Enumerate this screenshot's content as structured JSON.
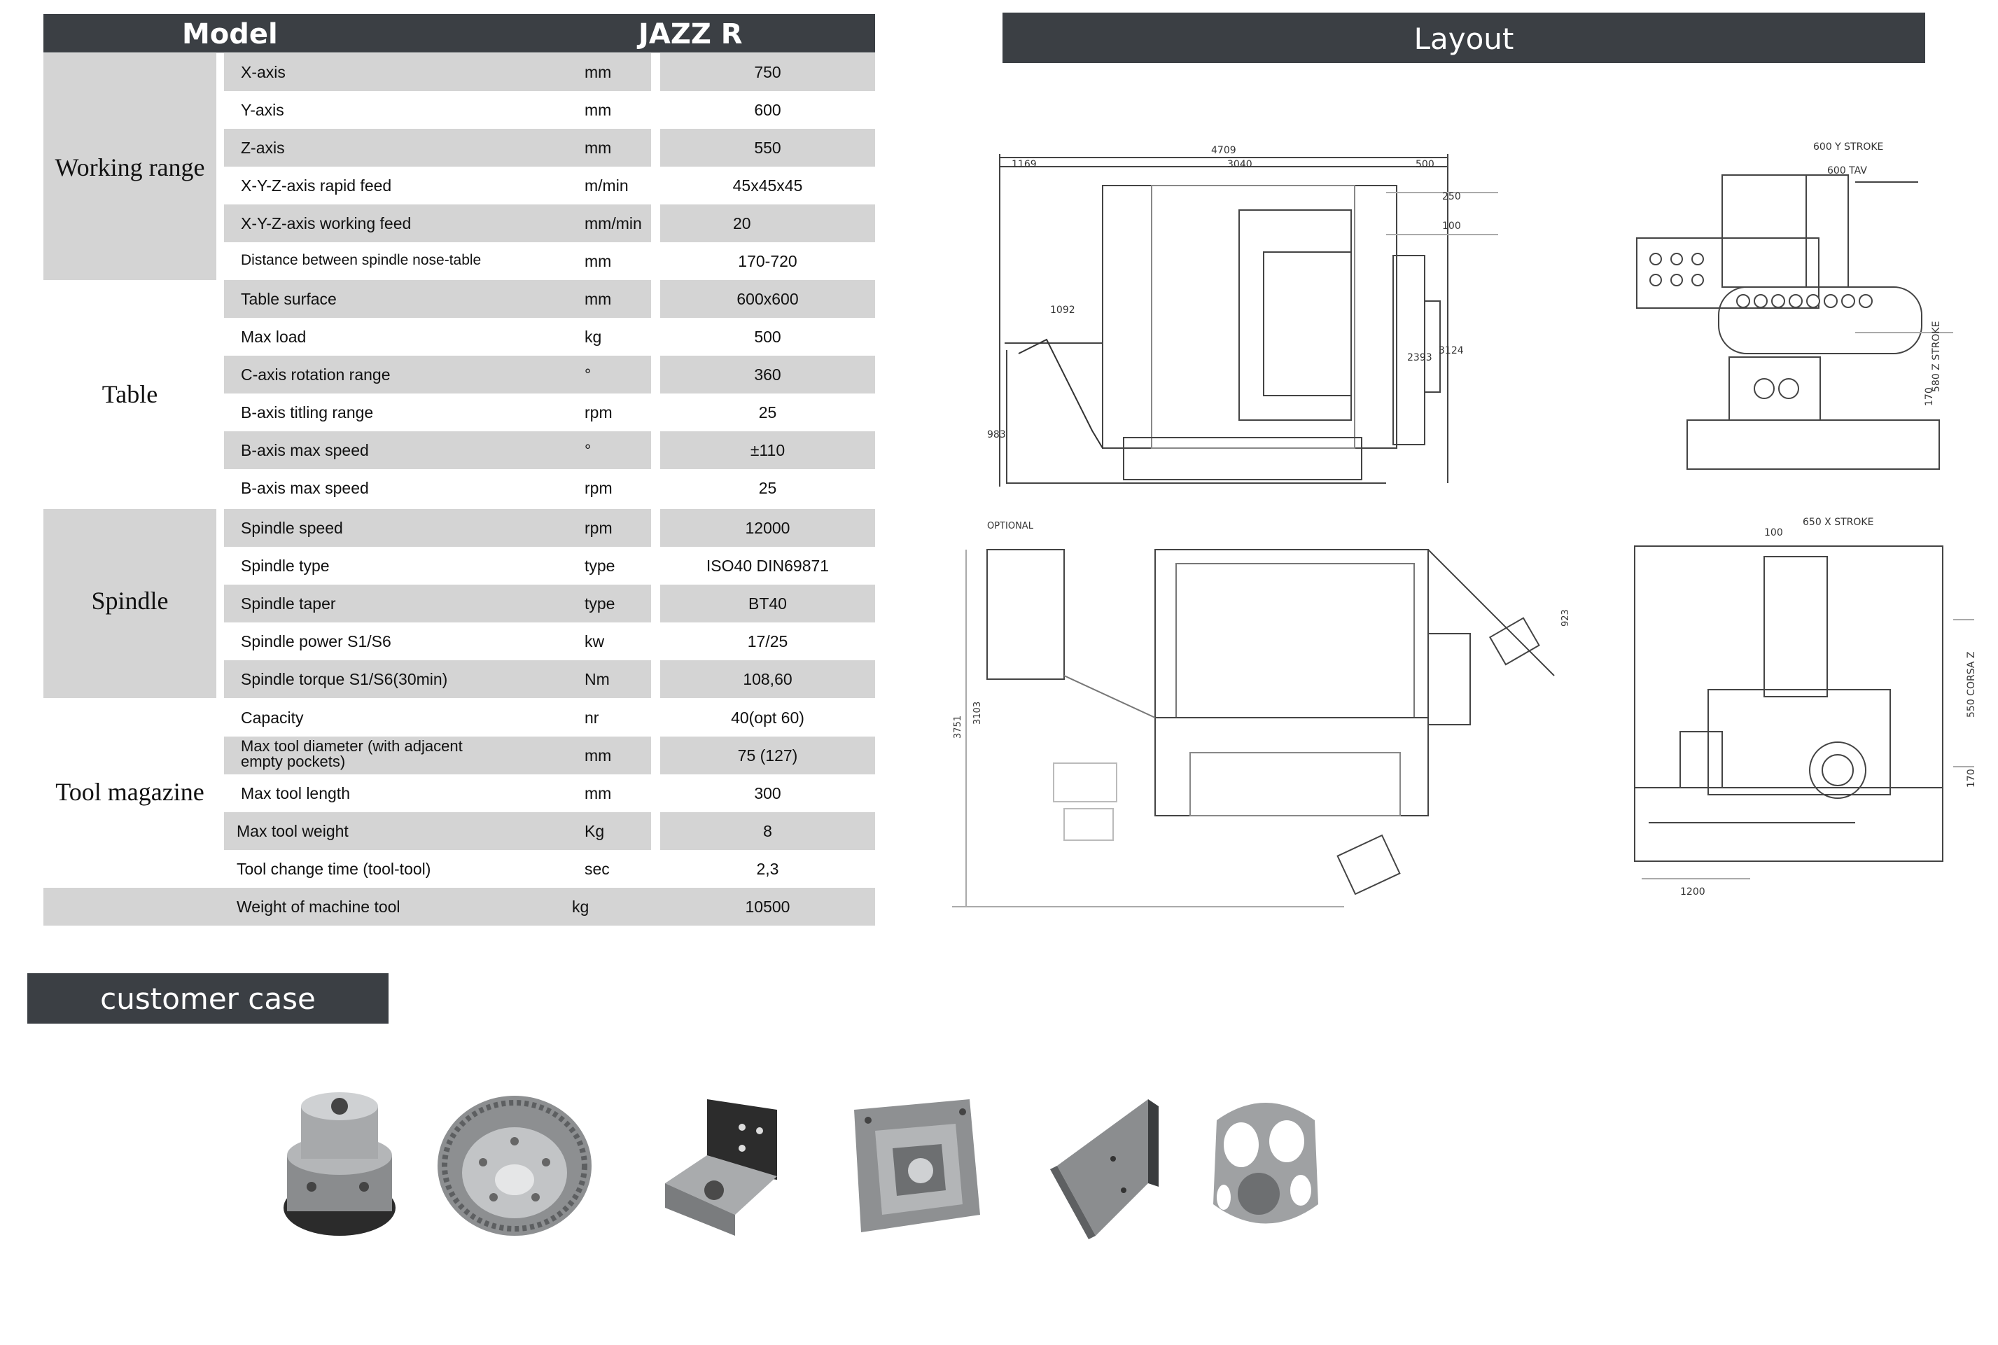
{
  "header": {
    "model_label": "Model",
    "model_value": "JAZZ R"
  },
  "layout_title": "Layout",
  "customer_case_title": "customer case",
  "groups": {
    "working_range": "Working range",
    "table": "Table",
    "spindle": "Spindle",
    "tool_magazine": "Tool magazine"
  },
  "rows": [
    {
      "name": "X-axis",
      "unit": "mm",
      "value": "750"
    },
    {
      "name": "Y-axis",
      "unit": "mm",
      "value": "600"
    },
    {
      "name": "Z-axis",
      "unit": "mm",
      "value": "550"
    },
    {
      "name": "X-Y-Z-axis rapid feed",
      "unit": "m/min",
      "value": "45x45x45"
    },
    {
      "name": "X-Y-Z-axis working feed",
      "unit": "mm/min",
      "value": "20"
    },
    {
      "name": "Distance between spindle nose-table",
      "unit": "mm",
      "value": "170-720"
    },
    {
      "name": "Table surface",
      "unit": "mm",
      "value": "600x600"
    },
    {
      "name": "Max load",
      "unit": "kg",
      "value": "500"
    },
    {
      "name": "C-axis rotation range",
      "unit": "°",
      "value": "360"
    },
    {
      "name": "B-axis titling range",
      "unit": "rpm",
      "value": "25"
    },
    {
      "name": "B-axis max speed",
      "unit": "°",
      "value": "±110"
    },
    {
      "name": "B-axis max speed",
      "unit": "rpm",
      "value": "25"
    },
    {
      "name": "Spindle speed",
      "unit": "rpm",
      "value": "12000"
    },
    {
      "name": "Spindle type",
      "unit": "type",
      "value": "ISO40 DIN69871"
    },
    {
      "name": "Spindle taper",
      "unit": "type",
      "value": "BT40"
    },
    {
      "name": "Spindle power S1/S6",
      "unit": "kw",
      "value": "17/25"
    },
    {
      "name": "Spindle torque S1/S6(30min)",
      "unit": "Nm",
      "value": "108,60"
    },
    {
      "name": "Capacity",
      "unit": "nr",
      "value": "40(opt 60)"
    },
    {
      "name": "Max tool diameter (with adjacent empty pockets)",
      "unit": "mm",
      "value": "75 (127)"
    },
    {
      "name": "Max  tool length",
      "unit": "mm",
      "value": "300"
    },
    {
      "name": "Max  tool weight",
      "unit": "Kg",
      "value": "8"
    },
    {
      "name": "Tool change time (tool-tool)",
      "unit": "sec",
      "value": "2,3"
    },
    {
      "name": "Weight of machine tool",
      "unit": "kg",
      "value": "10500"
    }
  ],
  "drawing_labels": {
    "front": {
      "total": "4709",
      "left": "1169",
      "mid": "3040",
      "right": "500",
      "d1": "250",
      "d2": "100",
      "low": "1092",
      "h1": "2393",
      "h2": "3124",
      "base": "983"
    },
    "side": {
      "stroke_y": "600 Y STROKE",
      "tav": "600 TAV",
      "stroke_z": "580 Z STROKE",
      "z170": "170"
    },
    "plan": {
      "optional": "OPTIONAL",
      "depth": "3103",
      "overall": "3751",
      "d923": "923"
    },
    "end": {
      "stroke_x": "650 X STROKE",
      "d100": "100",
      "corsa": "550 CORSA Z",
      "d170": "170",
      "d1200": "1200"
    }
  }
}
